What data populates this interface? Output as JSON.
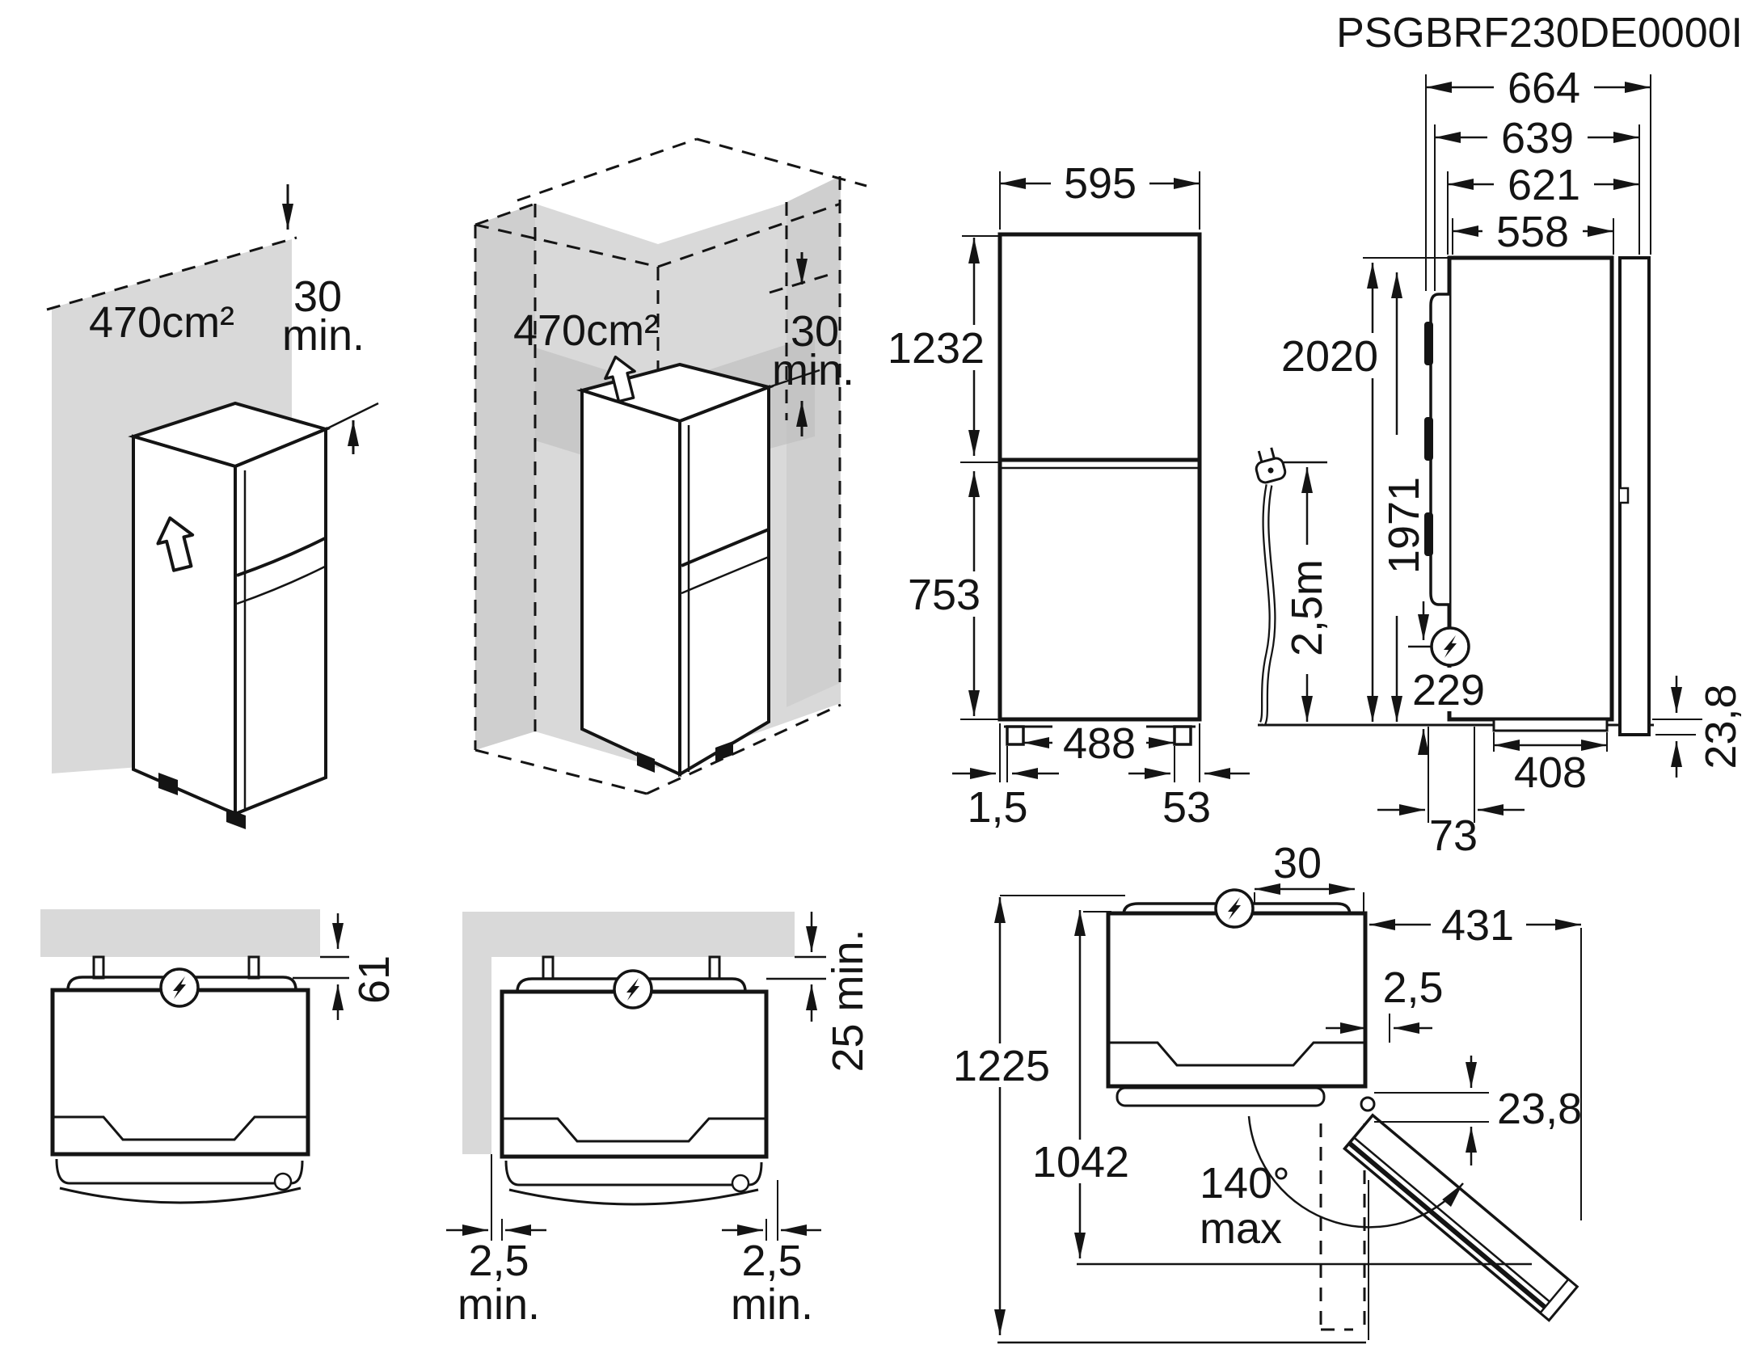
{
  "title": "PSGBRF230DE0000I",
  "wall_install": {
    "vent_area": "470cm²",
    "clearance_value": "30",
    "clearance_unit": "min."
  },
  "niche_install": {
    "vent_area": "470cm²",
    "clearance_value": "30",
    "clearance_unit": "min."
  },
  "front_view": {
    "width": "595",
    "upper_height": "1232",
    "lower_height": "753",
    "feet_spacing": "488",
    "side_gap_left": "1,5",
    "side_gap_right": "53"
  },
  "side_view": {
    "depth_with_handle": "664",
    "depth_door": "639",
    "depth_621": "621",
    "depth_body": "558",
    "height_overall": "2020",
    "height_body": "1971",
    "plug_height": "229",
    "base_length": "408",
    "rear_gap": "73",
    "bottom_gap": "23,8",
    "cable_length": "2,5m"
  },
  "top_view_wall": {
    "rear_clearance": "61"
  },
  "top_view_niche": {
    "rear_clearance": "25 min.",
    "left_gap_value": "2,5",
    "left_gap_unit": "min.",
    "right_gap_value": "2,5",
    "right_gap_unit": "min."
  },
  "top_view_door_open": {
    "plug_to_side": "30",
    "depth_door_open": "1225",
    "depth_to_door": "1042",
    "door_projection": "431",
    "side_gap": "2,5",
    "door_thickness": "23,8",
    "swing_value": "140°",
    "swing_unit": "max"
  }
}
